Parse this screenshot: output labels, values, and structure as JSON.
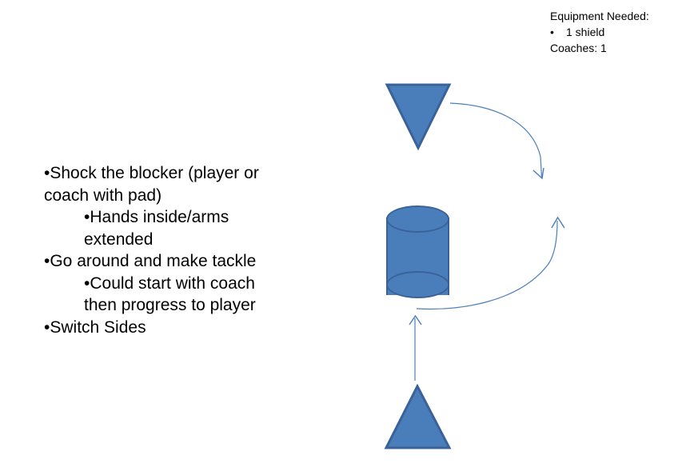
{
  "slide": {
    "background_color": "#ffffff",
    "shape_fill_color": "#4a7ebb",
    "shape_border_color": "#3a6299",
    "arrow_color": "#4a7ebb"
  },
  "equipment": {
    "title": "Equipment Needed:",
    "bullet_marker": "•",
    "items": [
      "1 shield"
    ],
    "coaches_label": "Coaches: 1"
  },
  "instructions": {
    "lines": [
      {
        "level": 1,
        "text": "•Shock the blocker (player or coach with pad)"
      },
      {
        "level": 2,
        "text": "•Hands inside/arms extended"
      },
      {
        "level": 1,
        "text": "•Go around and make tackle"
      },
      {
        "level": 2,
        "text": "•Could start with coach then progress to player"
      },
      {
        "level": 1,
        "text": "•Switch Sides"
      }
    ]
  },
  "diagram": {
    "shapes": [
      {
        "name": "defender-triangle-top",
        "type": "triangle-down"
      },
      {
        "name": "blocker-cylinder",
        "type": "cylinder"
      },
      {
        "name": "player-triangle-bottom",
        "type": "triangle-up"
      }
    ],
    "arrows": [
      {
        "name": "arrow-top-curve-down",
        "type": "curved"
      },
      {
        "name": "arrow-bottom-curve-up",
        "type": "curved"
      },
      {
        "name": "arrow-straight-up",
        "type": "straight"
      }
    ]
  }
}
